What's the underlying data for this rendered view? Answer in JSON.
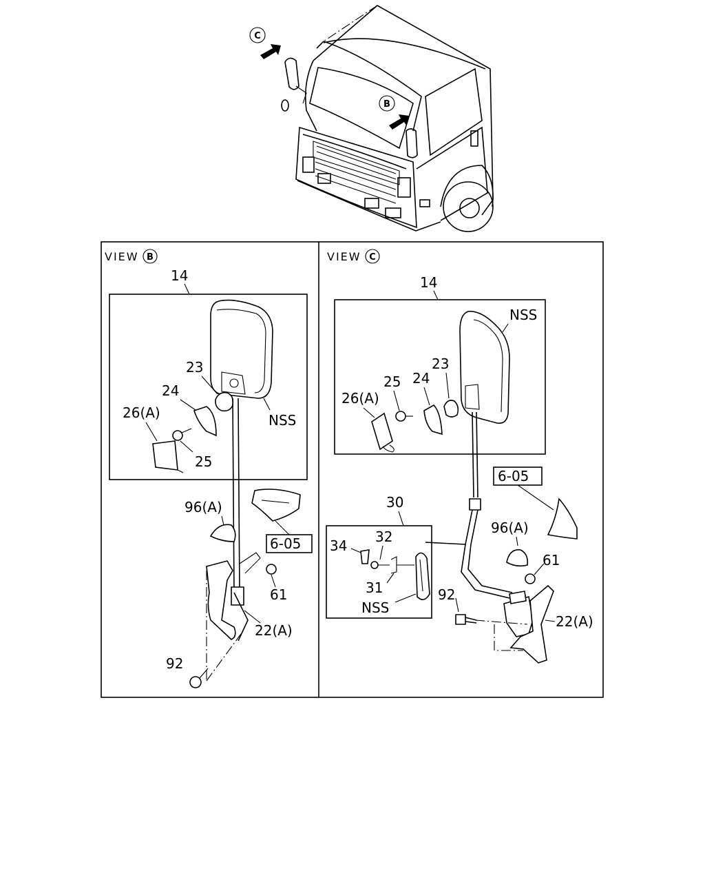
{
  "truck": {
    "arrow_c": "C",
    "arrow_b": "B"
  },
  "view_b": {
    "title": "VIEW",
    "circle": "B",
    "labels": {
      "p14": "14",
      "p23": "23",
      "p24": "24",
      "p26a": "26(A)",
      "p25": "25",
      "nss": "NSS",
      "p96a": "96(A)",
      "ref": "6-05",
      "p61": "61",
      "p22a": "22(A)",
      "p92": "92"
    }
  },
  "view_c": {
    "title": "VIEW",
    "circle": "C",
    "labels": {
      "p14": "14",
      "nss": "NSS",
      "p23": "23",
      "p24": "24",
      "p25": "25",
      "p26a": "26(A)",
      "ref": "6-05",
      "p30": "30",
      "p34": "34",
      "p32": "32",
      "p31": "31",
      "nss2": "NSS",
      "p96a": "96(A)",
      "p61": "61",
      "p92": "92",
      "p22a": "22(A)"
    }
  }
}
